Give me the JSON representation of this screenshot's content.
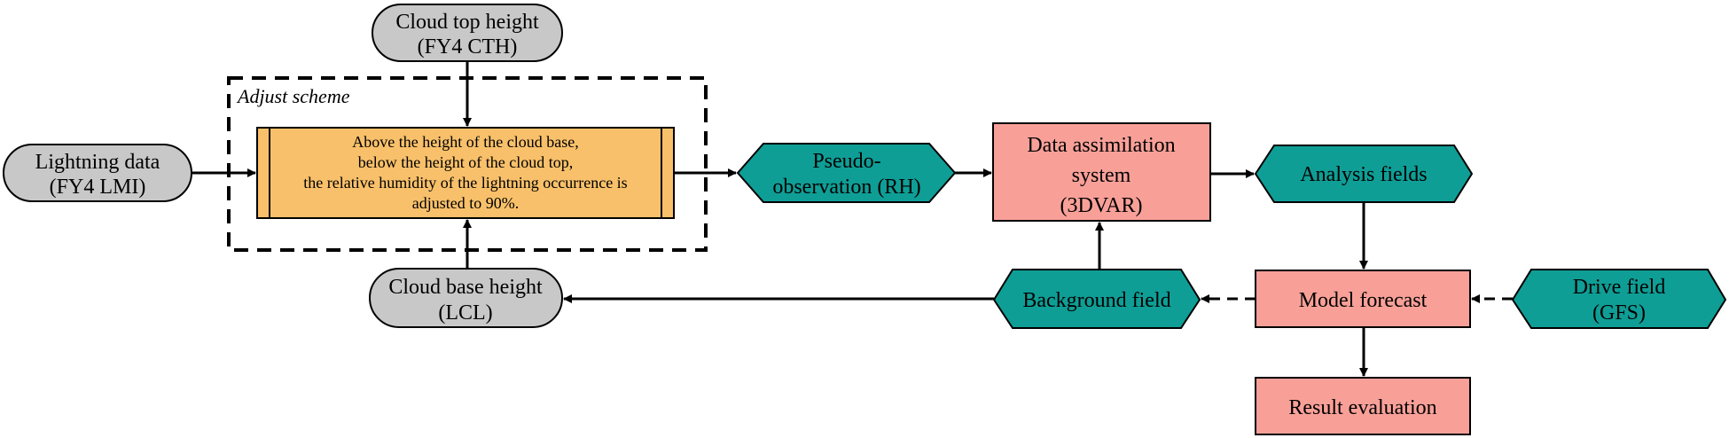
{
  "colors": {
    "gray_node": "#c8c8c8",
    "orange_node": "#f8c06a",
    "teal_node": "#0f9e96",
    "salmon_node": "#f8a098",
    "stroke": "#000000"
  },
  "nodes": {
    "cloud_top": {
      "line1": "Cloud top height",
      "line2": "(FY4 CTH)"
    },
    "lightning": {
      "line1": "Lightning data",
      "line2": "(FY4 LMI)"
    },
    "cloud_base": {
      "line1": "Cloud base height",
      "line2": "(LCL)"
    },
    "adjust_scheme": {
      "label": "Adjust scheme"
    },
    "adjust_rule": {
      "line1": "Above the height of the cloud base,",
      "line2": "below the height of the cloud top,",
      "line3": "the relative humidity of the lightning occurrence is",
      "line4": "adjusted to 90%."
    },
    "pseudo_obs": {
      "line1": "Pseudo-",
      "line2": "observation (RH)"
    },
    "assimilation": {
      "line1": "Data assimilation",
      "line2": "system",
      "line3": "(3DVAR)"
    },
    "analysis": {
      "label": "Analysis fields"
    },
    "background": {
      "label": "Background field"
    },
    "model_forecast": {
      "label": "Model forecast"
    },
    "drive_field": {
      "line1": "Drive field",
      "line2": "(GFS)"
    },
    "result_eval": {
      "label": "Result evaluation"
    }
  }
}
